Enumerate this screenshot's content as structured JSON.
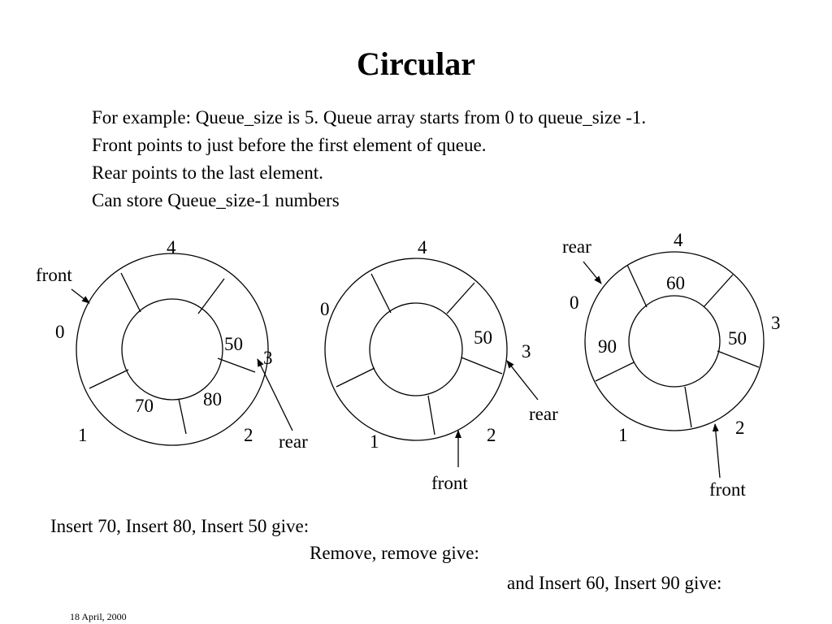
{
  "title": "Circular",
  "intro": [
    "For example:  Queue_size is 5. Queue array starts from 0 to queue_size -1.",
    "Front points to just before the first element of queue.",
    "Rear points to the last element.",
    "Can store Queue_size-1 numbers"
  ],
  "queues": [
    {
      "indices": [
        "0",
        "1",
        "2",
        "3",
        "4"
      ],
      "values": [
        "70",
        "80",
        "50"
      ],
      "front_label": "front",
      "rear_label": "rear"
    },
    {
      "indices": [
        "0",
        "1",
        "2",
        "3",
        "4"
      ],
      "values": [
        "50"
      ],
      "front_label": "front",
      "rear_label": "rear"
    },
    {
      "indices": [
        "0",
        "1",
        "2",
        "3",
        "4"
      ],
      "values": [
        "90",
        "60",
        "50"
      ],
      "front_label": "front",
      "rear_label": "rear"
    }
  ],
  "captions": [
    "Insert 70, Insert 80, Insert 50 give:",
    "Remove, remove give:",
    "and Insert 60, Insert 90 give:"
  ],
  "footer": "18 April, 2000"
}
